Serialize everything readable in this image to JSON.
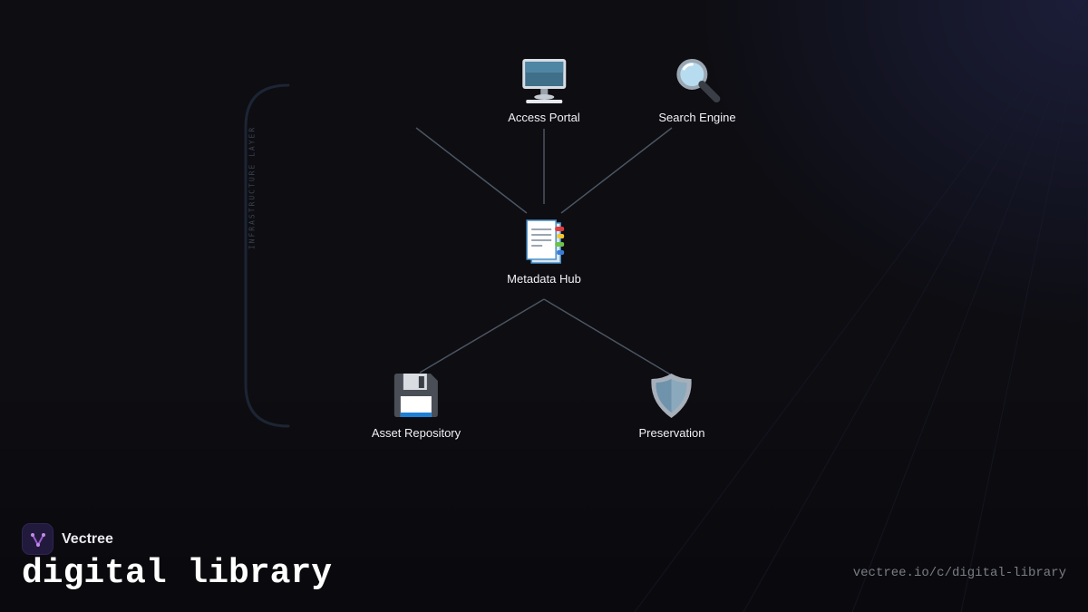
{
  "diagram": {
    "layer_label": "INFRASTRUCTURE LAYER",
    "nodes": [
      {
        "id": "access-portal",
        "label": "Access Portal",
        "icon": "desktop-computer-icon"
      },
      {
        "id": "search-engine",
        "label": "Search Engine",
        "icon": "magnifying-glass-icon"
      },
      {
        "id": "metadata-hub",
        "label": "Metadata Hub",
        "icon": "bookmark-tabs-document-icon"
      },
      {
        "id": "asset-repository",
        "label": "Asset Repository",
        "icon": "floppy-disk-icon"
      },
      {
        "id": "preservation",
        "label": "Preservation",
        "icon": "shield-icon"
      }
    ],
    "edges": [
      {
        "from": "metadata-hub",
        "to": "access-portal"
      },
      {
        "from": "metadata-hub",
        "to": "search-engine"
      },
      {
        "from": "metadata-hub",
        "to": "asset-repository"
      },
      {
        "from": "metadata-hub",
        "to": "preservation"
      }
    ]
  },
  "brand": {
    "name": "Vectree",
    "logo_icon": "vectree-logo-icon"
  },
  "page": {
    "heading": "digital library",
    "url": "vectree.io/c/digital-library"
  },
  "colors": {
    "background": "#0d0d12",
    "edge": "#4b5563",
    "bracket": "#1f2937",
    "brand_accent": "#9b59d0"
  }
}
